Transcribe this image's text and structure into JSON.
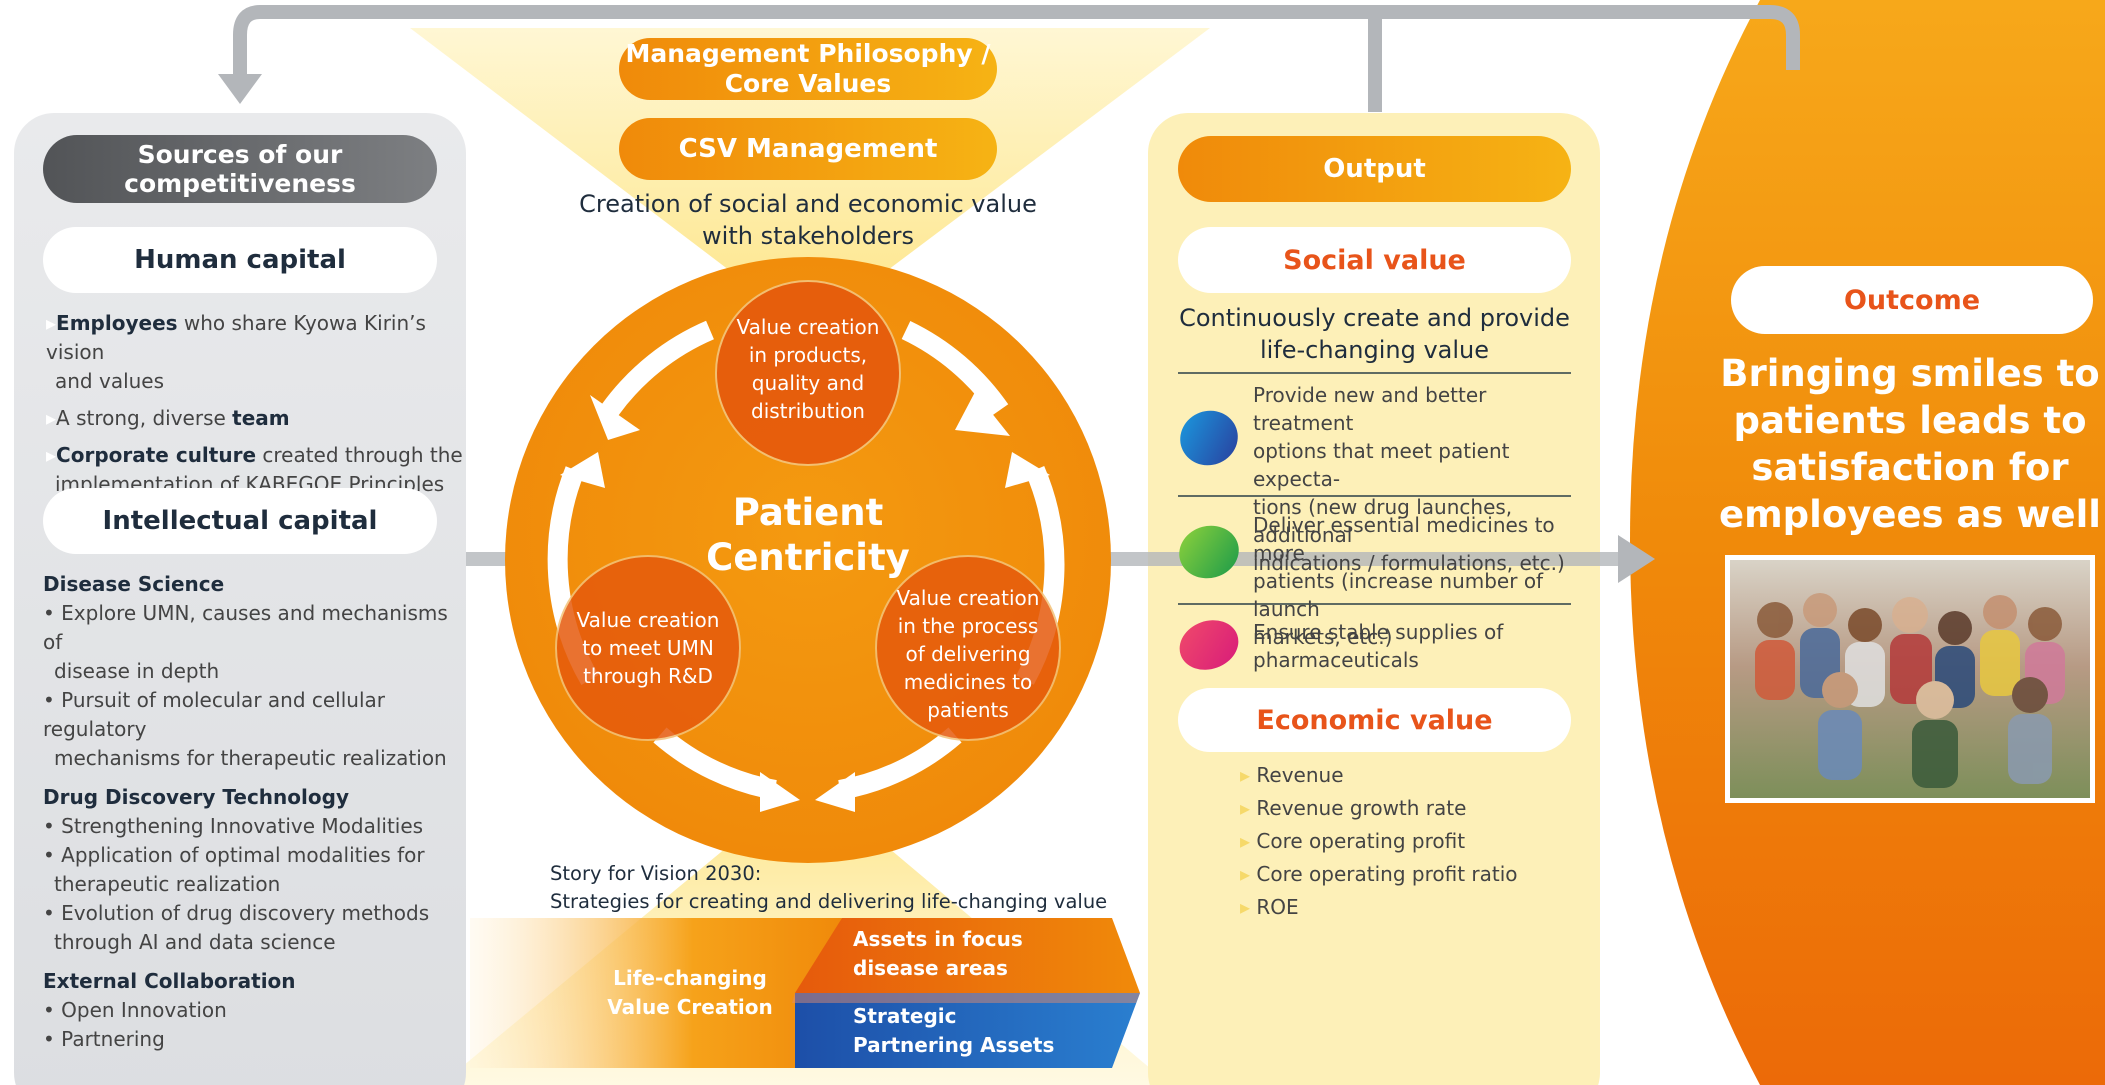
{
  "philosophy": {
    "line1": "Management Philosophy /",
    "line2": "Core Values"
  },
  "csv": {
    "label": "CSV Management"
  },
  "creation": {
    "line1": "Creation of social and economic value",
    "line2": "with stakeholders"
  },
  "sources": {
    "title_line1": "Sources of our",
    "title_line2": "competitiveness",
    "human_capital": {
      "title": "Human capital",
      "items": [
        {
          "bold": "Employees",
          "rest1": " who share Kyowa Kirin’s vision",
          "rest2": "and values"
        },
        {
          "pre": "A strong, diverse ",
          "bold": "team"
        },
        {
          "bold": "Corporate culture",
          "rest1": " created through the",
          "rest2": "implementation of KABEGOE Principles"
        }
      ]
    },
    "intellectual_capital": {
      "title": "Intellectual capital",
      "groups": [
        {
          "heading": "Disease Science",
          "items": [
            {
              "l1": "• Explore UMN, causes and mechanisms of",
              "l2": "disease in depth"
            },
            {
              "l1": "• Pursuit of molecular and cellular regulatory",
              "l2": "mechanisms for therapeutic realization"
            }
          ]
        },
        {
          "heading": "Drug Discovery Technology",
          "items": [
            {
              "l1": "• Strengthening Innovative Modalities",
              "l2": ""
            },
            {
              "l1": "• Application of optimal modalities for",
              "l2": "therapeutic realization"
            },
            {
              "l1": "• Evolution of drug discovery methods",
              "l2": "through AI and data science"
            }
          ]
        },
        {
          "heading": "External Collaboration",
          "items": [
            {
              "l1": "• Open Innovation",
              "l2": ""
            },
            {
              "l1": "• Partnering",
              "l2": ""
            }
          ]
        }
      ]
    }
  },
  "center": {
    "title_line1": "Patient",
    "title_line2": "Centricity",
    "circle_top": [
      "Value creation",
      "in products,",
      "quality and",
      "distribution"
    ],
    "circle_left": [
      "Value creation",
      "to meet UMN",
      "through R&D"
    ],
    "circle_right": [
      "Value creation",
      "in the process",
      "of delivering",
      "medicines to",
      "patients"
    ]
  },
  "story": {
    "line1": "Story for Vision 2030:",
    "line2": "Strategies for creating and delivering life-changing value"
  },
  "bottom": {
    "life_changing_line1": "Life-changing",
    "life_changing_line2": "Value Creation",
    "assets_line1": "Assets in focus",
    "assets_line2": "disease areas",
    "strategic_line1": "Strategic",
    "strategic_line2": "Partnering Assets"
  },
  "output": {
    "title": "Output",
    "social_title": "Social value",
    "social_sub_line1": "Continuously create and provide",
    "social_sub_line2": "life-changing value",
    "social_items": [
      {
        "lines": [
          "Provide new and better treatment",
          "options that meet patient expecta-",
          "tions (new drug launches, additional",
          "indications / formulations, etc.)"
        ],
        "color": "blue"
      },
      {
        "lines": [
          "Deliver essential medicines to more",
          "patients (increase number of launch",
          "markets, etc.)"
        ],
        "color": "green"
      },
      {
        "lines": [
          "Ensure stable supplies of",
          "pharmaceuticals"
        ],
        "color": "pink"
      }
    ],
    "economic_title": "Economic value",
    "economic_items": [
      "Revenue",
      "Revenue growth rate",
      "Core operating profit",
      "Core operating profit ratio",
      "ROE"
    ]
  },
  "outcome": {
    "title": "Outcome",
    "line1": "Bringing smiles to",
    "line2": "patients leads to",
    "line3": "satisfaction for",
    "line4": "employees as well"
  },
  "colors": {
    "orange": "#f08a0a",
    "deep_orange": "#e65a0c",
    "yellow": "#f6b314",
    "cream": "#fdf0b8",
    "gray_panel": "#e4e5e7",
    "dark_pill": "#5c5e61",
    "text_dark": "#1f2d3d",
    "value_orange": "#e8541a"
  }
}
